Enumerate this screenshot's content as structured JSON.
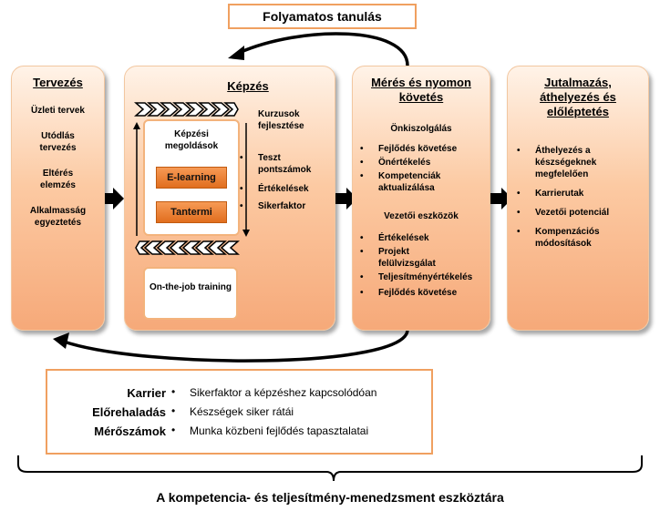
{
  "top_box": "Folyamatos tanulás",
  "planning": {
    "title": "Tervezés",
    "items": [
      "Üzleti tervek",
      "Utódlás tervezés",
      "Eltérés elemzés",
      "Alkalmasság egyeztetés"
    ]
  },
  "training": {
    "title": "Képzés",
    "inner_title": "Képzési megoldások",
    "elearning": "E-learning",
    "classroom": "Tantermi",
    "ojt": "On-the-job training",
    "course_dev": "Kurzusok fejlesztése",
    "bullets": [
      "Teszt pontszámok",
      "Értékelések",
      "Sikerfaktor"
    ]
  },
  "measure": {
    "title": "Mérés és nyomon követés",
    "self_header": "Önkiszolgálás",
    "self_items": [
      "Fejlődés követése",
      "Önértékelés",
      "Kompetenciák aktualizálása"
    ],
    "mgr_header": "Vezetői eszközök",
    "mgr_items": [
      "Értékelések",
      "Projekt felülvizsgálat",
      "Teljesítményértékelés",
      "Fejlődés követése"
    ]
  },
  "rewards": {
    "title": "Jutalmazás, áthelyezés és előléptetés",
    "items": [
      "Áthelyezés a készségeknek megfelelően",
      "Karrierutak",
      "Vezetői potenciál",
      "Kompenzációs módosítások"
    ]
  },
  "bottom": {
    "labels": [
      "Karrier",
      "Előrehaladás",
      "Mérőszámok"
    ],
    "items": [
      "Sikerfaktor a képzéshez kapcsolódóan",
      "Készségek siker rátái",
      "Munka közbeni fejlődés tapasztalatai"
    ]
  },
  "caption": "A kompetencia- és teljesítmény-menedzsment eszköztára",
  "colors": {
    "accent": "#f0a060",
    "button": "#e8772a"
  }
}
